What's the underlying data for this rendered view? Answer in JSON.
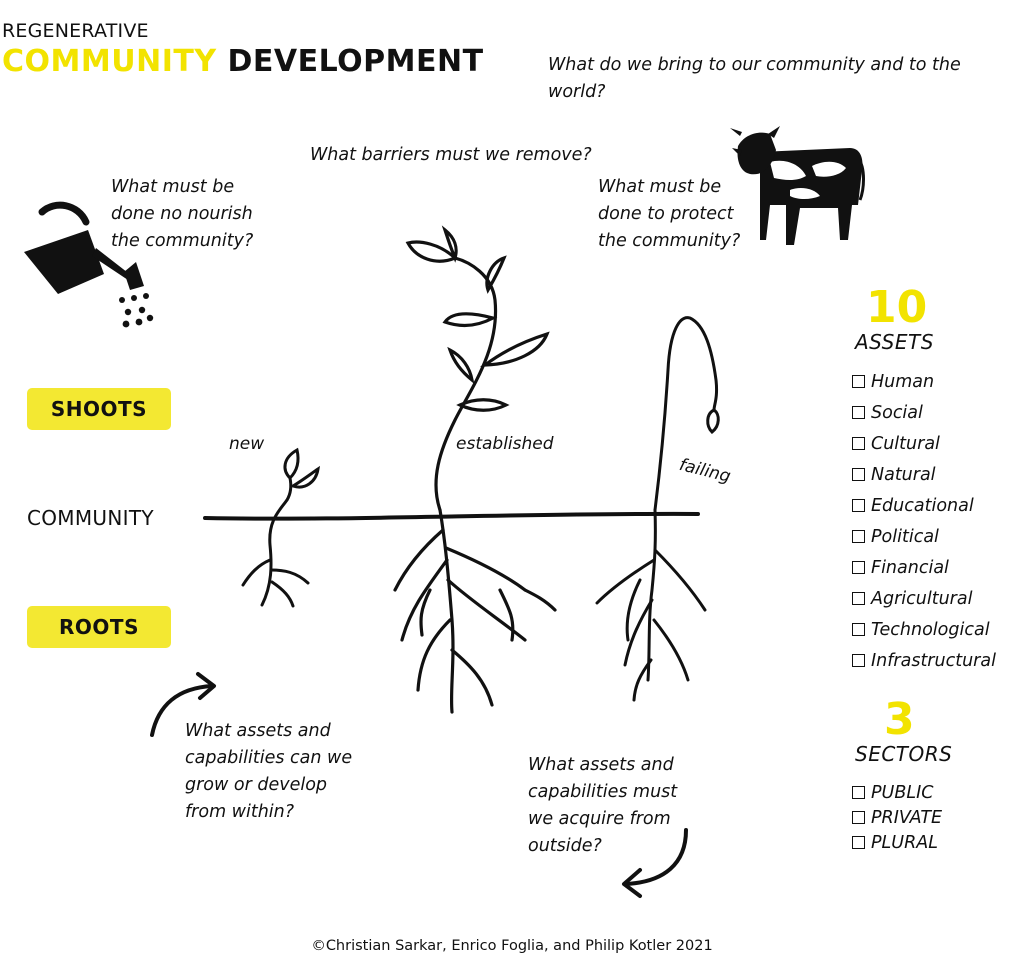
{
  "header": {
    "subtitle": "REGENERATIVE",
    "title_highlight": "COMMUNITY",
    "title_rest": "DEVELOPMENT"
  },
  "questions": {
    "world": "What do we bring to our community and to the world?",
    "barriers": "What barriers must we remove?",
    "nourish_line1": "What must be",
    "nourish_line2": "done no nourish",
    "nourish_line3": "the community?",
    "protect_line1": "What must be",
    "protect_line2": "done to protect",
    "protect_line3": "the community?",
    "grow_line1": "What assets and",
    "grow_line2": "capabilities can we",
    "grow_line3": "grow or develop",
    "grow_line4": "from within?",
    "acquire_line1": "What assets and",
    "acquire_line2": "capabilities must",
    "acquire_line3": "we acquire from",
    "acquire_line4": "outside?"
  },
  "labels": {
    "shoots": "SHOOTS",
    "roots": "ROOTS",
    "community": "COMMUNITY",
    "plant_new": "new",
    "plant_established": "established",
    "plant_failing": "failing"
  },
  "assets": {
    "count": "10",
    "title": "ASSETS",
    "items": [
      "Human",
      "Social",
      "Cultural",
      "Natural",
      "Educational",
      "Political",
      "Financial",
      "Agricultural",
      "Technological",
      "Infrastructural"
    ]
  },
  "sectors": {
    "count": "3",
    "title": "SECTORS",
    "items": [
      "PUBLIC",
      "PRIVATE",
      "PLURAL"
    ]
  },
  "icons": {
    "watering_can": "watering-can-icon",
    "cow": "cow-icon",
    "arrow_grow": "curved-arrow-icon",
    "arrow_acquire": "curved-arrow-icon"
  },
  "colors": {
    "accent": "#f2e300",
    "pill": "#f3e832",
    "ink": "#111111"
  },
  "footer": {
    "credit": "©Christian Sarkar, Enrico Foglia, and Philip Kotler 2021"
  }
}
